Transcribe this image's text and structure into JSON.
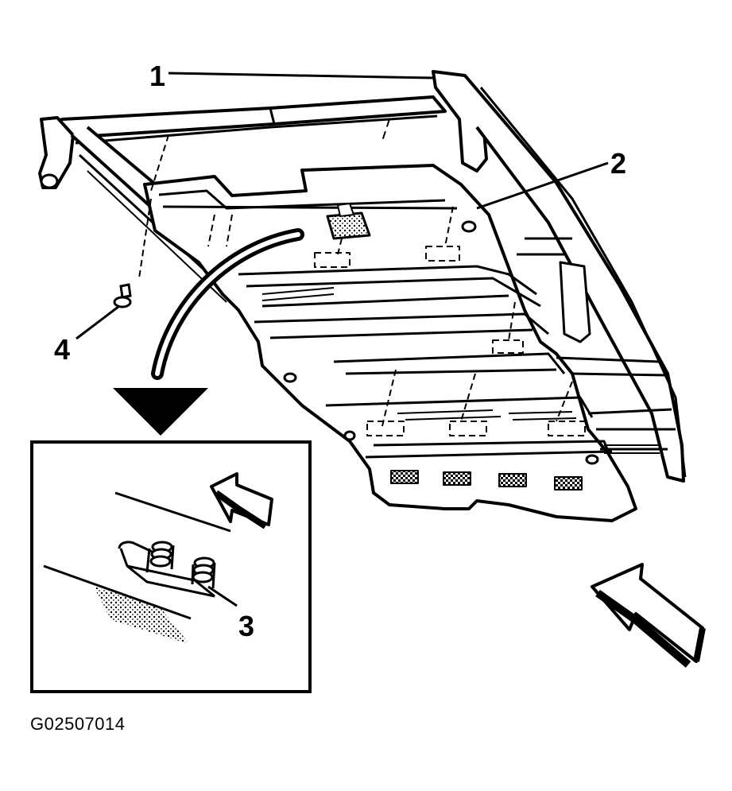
{
  "callouts": {
    "c1": "1",
    "c2": "2",
    "c3": "3",
    "c4": "4"
  },
  "figure_id": "G02507014",
  "colors": {
    "ink": "#000000",
    "paper": "#ffffff",
    "shade": "#555555"
  }
}
